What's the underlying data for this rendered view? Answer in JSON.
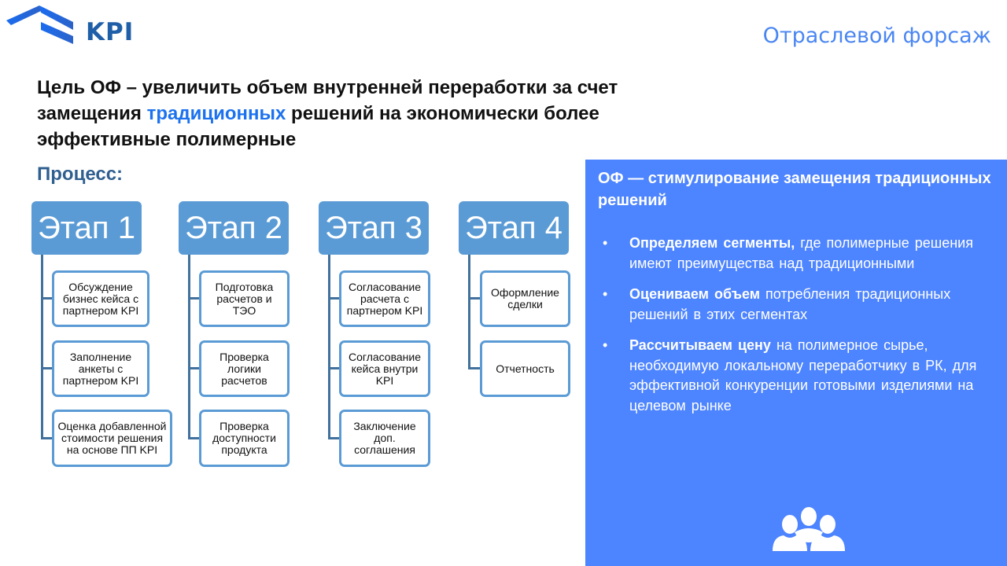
{
  "header": {
    "logo_text": "KPI",
    "brand_title": "Отраслевой форсаж"
  },
  "goal": {
    "part1": "Цель ОФ – увеличить объем внутренней переработки за счет замещения ",
    "highlight": "традиционных",
    "part2": " решений на экономически более эффективные полимерные"
  },
  "process_label": "Процесс:",
  "colors": {
    "stage_fill": "#5b9bd5",
    "connector": "#41719c",
    "panel_bg": "#4d84ff",
    "highlight": "#1c72ee",
    "brand_title": "#4a86f2"
  },
  "stages": [
    {
      "title": "Этап 1",
      "steps": [
        "Обсуждение бизнес кейса с партнером KPI",
        "Заполнение анкеты с партнером KPI",
        "Оценка добавленной стоимости решения на основе ПП KPI"
      ]
    },
    {
      "title": "Этап 2",
      "steps": [
        "Подготовка расчетов и ТЭО",
        "Проверка логики расчетов",
        "Проверка доступности продукта"
      ]
    },
    {
      "title": "Этап 3",
      "steps": [
        "Согласование расчета с партнером KPI",
        "Согласование кейса внутри KPI",
        "Заключение доп. соглашения"
      ]
    },
    {
      "title": "Этап 4",
      "steps": [
        "Оформление сделки",
        "Отчетность"
      ]
    }
  ],
  "panel": {
    "title": "ОФ — стимулирование замещения традиционных решений",
    "bullet_char": "•",
    "bullets": [
      {
        "bold": "Определяем сегменты,",
        "text": " где полимерные решения имеют преимущества над традиционными"
      },
      {
        "bold": "Оцениваем объем",
        "text": " потребления традиционных решений в этих сегментах"
      },
      {
        "bold": "Рассчитываем цену",
        "text": " на полимерное сырье, необходимую локальному переработчику в РК, для эффективной конкуренции готовыми изделиями на целевом рынке"
      }
    ],
    "icon": "people-group-icon"
  }
}
